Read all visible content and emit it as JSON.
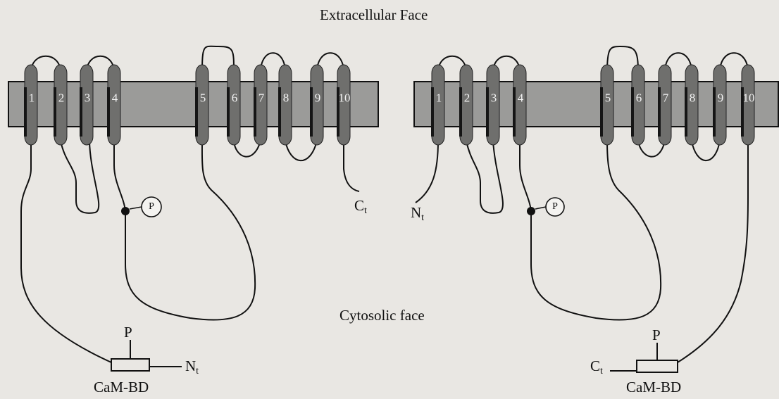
{
  "extracellular_label": "Extracellular Face",
  "cytosolic_label": "Cytosolic face",
  "left": {
    "segments": [
      "1",
      "2",
      "3",
      "4",
      "5",
      "6",
      "7",
      "8",
      "9",
      "10"
    ],
    "c_term": "C",
    "c_term_sub": "t",
    "n_term": "N",
    "n_term_sub": "t",
    "phospho_loop": "P",
    "phospho_cambd": "P",
    "cambd": "CaM-BD"
  },
  "right": {
    "segments": [
      "1",
      "2",
      "3",
      "4",
      "5",
      "6",
      "7",
      "8",
      "9",
      "10"
    ],
    "n_term": "N",
    "n_term_sub": "t",
    "c_term": "C",
    "c_term_sub": "t",
    "phospho_loop": "P",
    "phospho_cambd": "P",
    "cambd": "CaM-BD"
  },
  "colors": {
    "membrane": "#9b9b99",
    "helix": "#6f6f6d",
    "line": "#111111"
  }
}
